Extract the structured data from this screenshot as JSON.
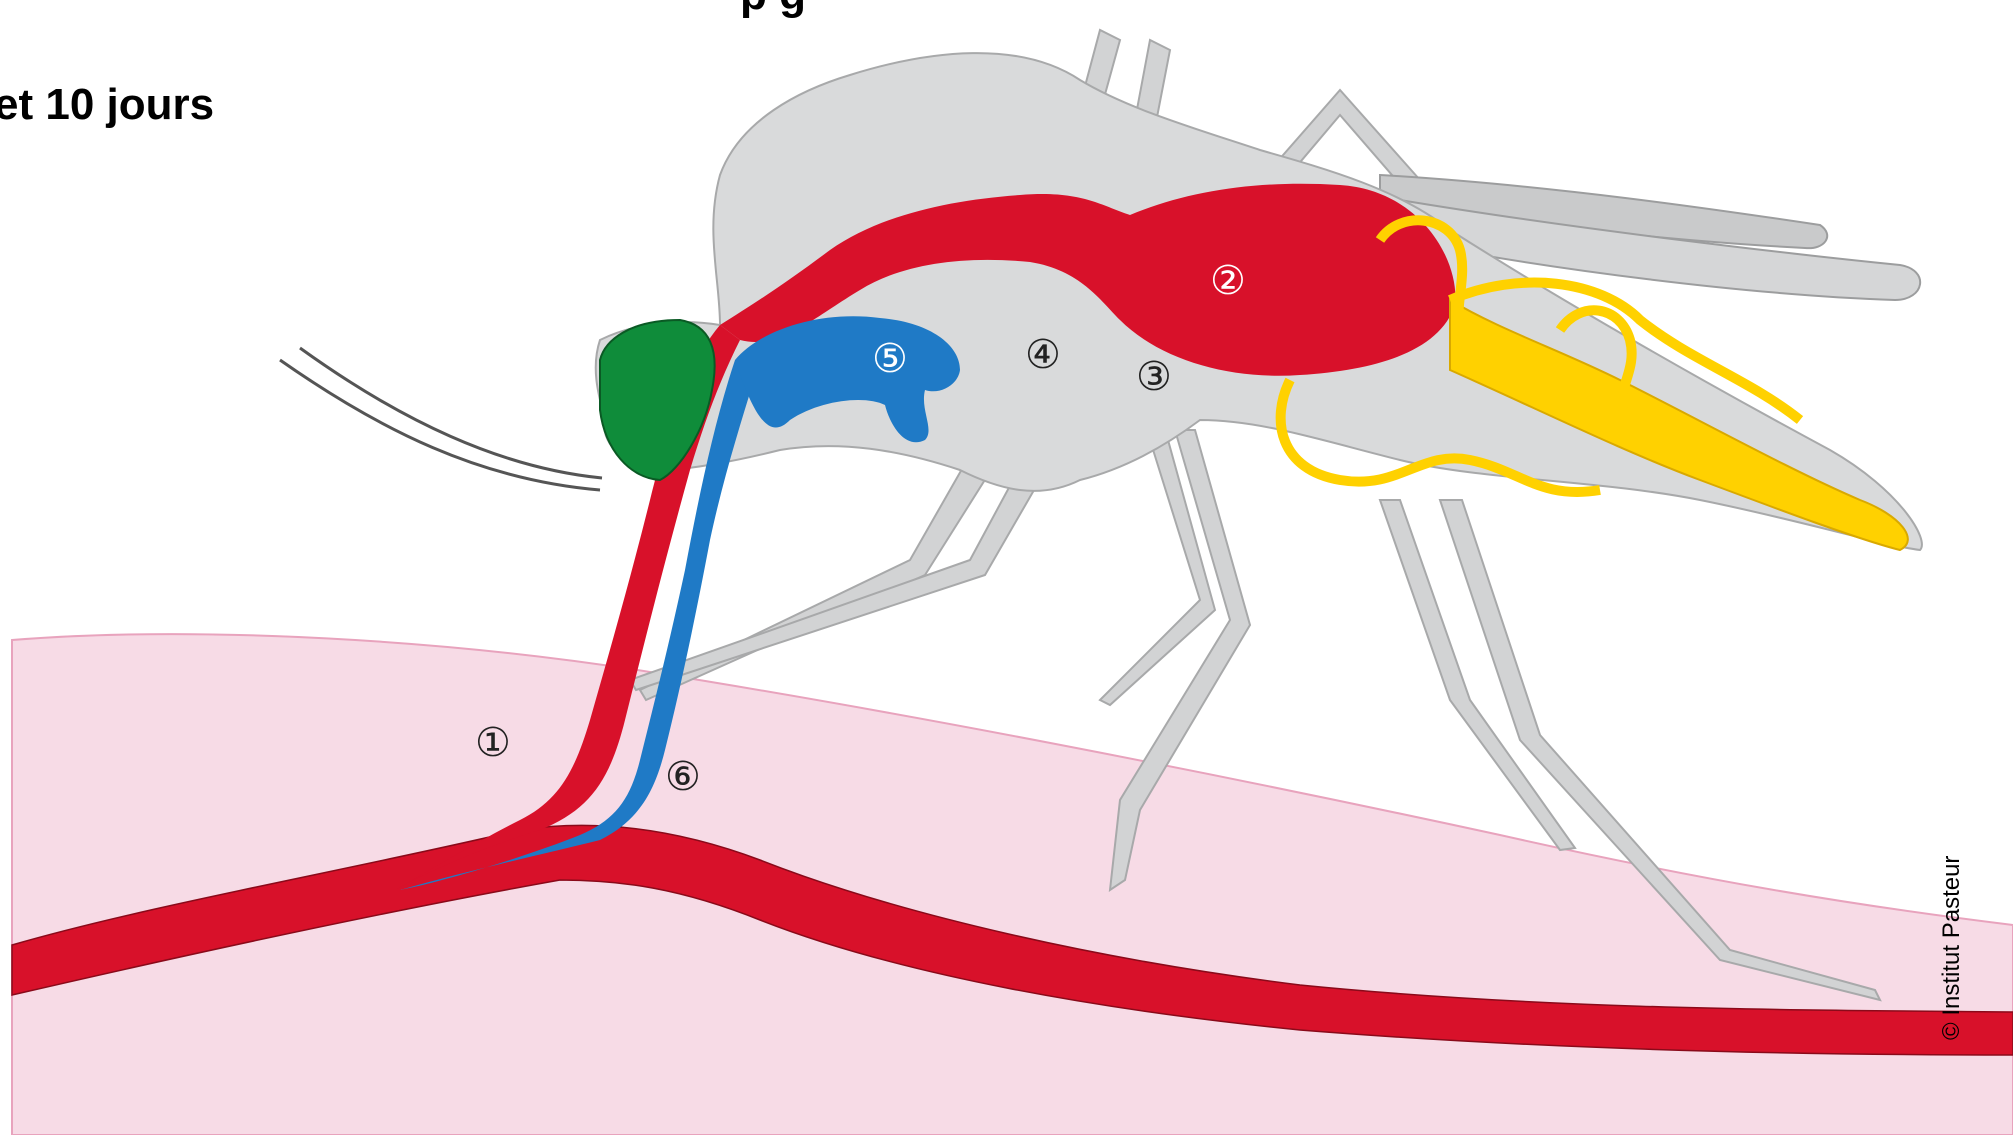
{
  "header": {
    "top_fragment": "p g",
    "subtitle": "et 10 jours"
  },
  "labels": {
    "n1": "①",
    "n2": "②",
    "n3": "③",
    "n4": "④",
    "n5": "⑤",
    "n6": "⑥"
  },
  "credit": "© Institut Pasteur",
  "colors": {
    "skin": "#f7dbe6",
    "skin_line": "#e8a3bd",
    "vessel": "#d8112a",
    "body": "#d9dadb",
    "body_outline": "#a8a9aa",
    "eye": "#0f8c3a",
    "salivary": "#1f7ac6",
    "ovaries": "#ffd100"
  }
}
